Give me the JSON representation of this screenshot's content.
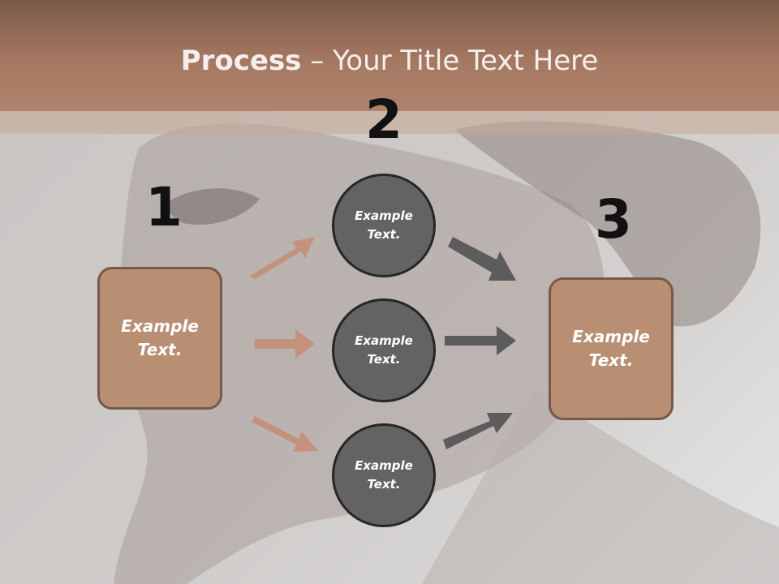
{
  "title": {
    "bold": "Process",
    "rest": " – Your Title Text Here"
  },
  "steps": {
    "one": "1",
    "two": "2",
    "three": "3"
  },
  "left_box": {
    "line1": "Example",
    "line2": "Text."
  },
  "right_box": {
    "line1": "Example",
    "line2": "Text."
  },
  "circles": [
    {
      "line1": "Example",
      "line2": "Text."
    },
    {
      "line1": "Example",
      "line2": "Text."
    },
    {
      "line1": "Example",
      "line2": "Text."
    }
  ],
  "colors": {
    "header": "#a57862",
    "box_fill": "#b98f74",
    "box_border": "#76594a",
    "circle_fill": "#636363",
    "circle_border": "#262626",
    "arrow_tan": "#c4917a",
    "arrow_gray": "#5c5c5c"
  }
}
